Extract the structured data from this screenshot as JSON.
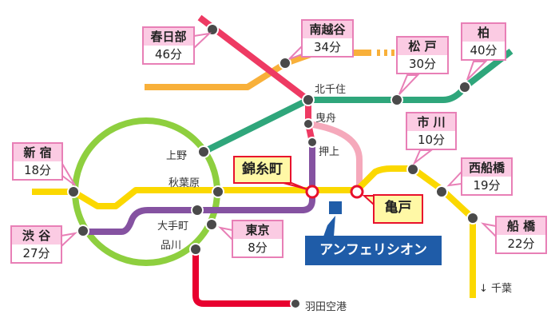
{
  "colors": {
    "tobu": "#ee3a63",
    "orange": "#f8b03a",
    "joban": "#2fa67b",
    "yamanote": "#8ecf3f",
    "sobu": "#fbd800",
    "hanzomon": "#8552a1",
    "kameido_line": "#f5a9bb",
    "keikyu": "#e8002f",
    "brand": "#1f5ca8"
  },
  "destinations": [
    {
      "name": "春日部",
      "time": "46分"
    },
    {
      "name": "南越谷",
      "time": "34分"
    },
    {
      "name": "松 戸",
      "time": "30分"
    },
    {
      "name": "柏",
      "time": "40分"
    },
    {
      "name": "新 宿",
      "time": "18分"
    },
    {
      "name": "渋 谷",
      "time": "27分"
    },
    {
      "name": "東京",
      "time": "8分"
    },
    {
      "name": "市 川",
      "time": "10分"
    },
    {
      "name": "西船橋",
      "time": "19分"
    },
    {
      "name": "船 橋",
      "time": "22分"
    }
  ],
  "highlights": {
    "kinshicho": "錦糸町",
    "kameido": "亀戸"
  },
  "stations": {
    "kitasenju": "北千住",
    "hikifune": "曳舟",
    "oshiage": "押上",
    "ueno": "上野",
    "akihabara": "秋葉原",
    "otemachi": "大手町",
    "shinagawa": "品川",
    "haneda": "羽田空港",
    "chiba": "↓ 千葉"
  },
  "brand": "アンフェリシオン"
}
